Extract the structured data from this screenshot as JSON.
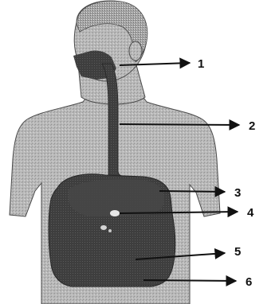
{
  "diagram": {
    "labels": [
      {
        "id": "1",
        "text": "1"
      },
      {
        "id": "2",
        "text": "2"
      },
      {
        "id": "3",
        "text": "3"
      },
      {
        "id": "4",
        "text": "4"
      },
      {
        "id": "5",
        "text": "5"
      },
      {
        "id": "6",
        "text": "6"
      }
    ],
    "colors": {
      "background": "#ffffff",
      "skin": "#b9b9b9",
      "hair": "#a3a3a3",
      "organ": "#3e3e3e",
      "organ_dark": "#262626",
      "outline": "#4a4a4a",
      "arrow": "#111111"
    }
  }
}
